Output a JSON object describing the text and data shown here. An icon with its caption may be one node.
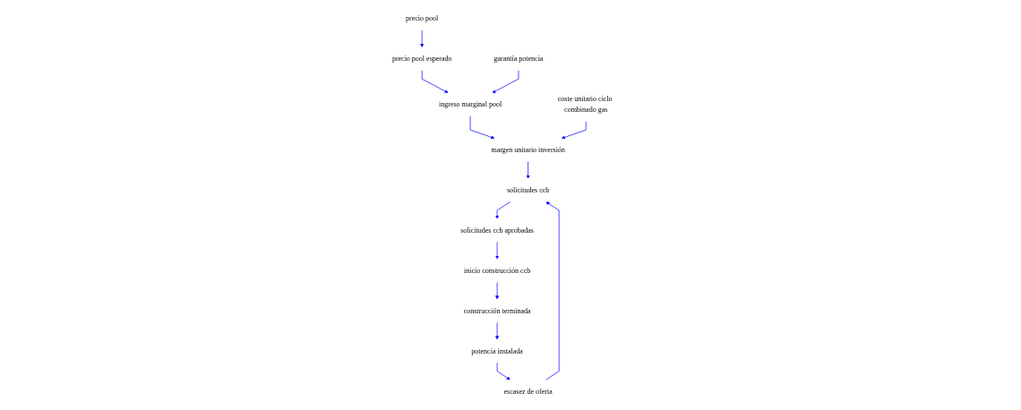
{
  "diagram": {
    "nodes": [
      {
        "text": [
          "precio pool esperado"
        ]
      },
      {
        "text": [
          "precio pool"
        ]
      },
      {
        "text": [
          "ingreso marginal pool"
        ]
      },
      {
        "text": [
          "garantía potencia"
        ]
      },
      {
        "text": [
          "margen unitario inversión"
        ]
      },
      {
        "text": [
          "coste unitario ciclo combinado gas"
        ]
      },
      {
        "text": [
          "solicitudes ccb"
        ]
      },
      {
        "text": [
          "solicitudes ccb aprobadas"
        ]
      },
      {
        "text": [
          "inicio construcción ccb"
        ]
      },
      {
        "text": [
          "construcción terminada"
        ]
      },
      {
        "text": [
          "escasez de oferta"
        ]
      },
      {
        "text": [
          "potencia instalada"
        ]
      }
    ],
    "edges": [
      {
        "from": 1,
        "to": 0,
        "arrow": "to"
      },
      {
        "from": 0,
        "to": 2,
        "arrow": "to"
      },
      {
        "from": 3,
        "to": 2,
        "arrow": "to"
      },
      {
        "from": 2,
        "to": 4,
        "arrow": "to"
      },
      {
        "from": 5,
        "to": 4,
        "arrow": "to"
      },
      {
        "from": 4,
        "to": 6,
        "arrow": "to"
      },
      {
        "from": 6,
        "to": 7,
        "arrow": "to"
      },
      {
        "from": 7,
        "to": 8,
        "arrow": "to"
      },
      {
        "from": 8,
        "to": 9,
        "arrow": "to"
      },
      {
        "from": 9,
        "to": 11,
        "arrow": "to"
      },
      {
        "from": 11,
        "to": 10,
        "arrow": "to"
      },
      {
        "from": 10,
        "to": 6,
        "arrow": "to"
      }
    ]
  }
}
